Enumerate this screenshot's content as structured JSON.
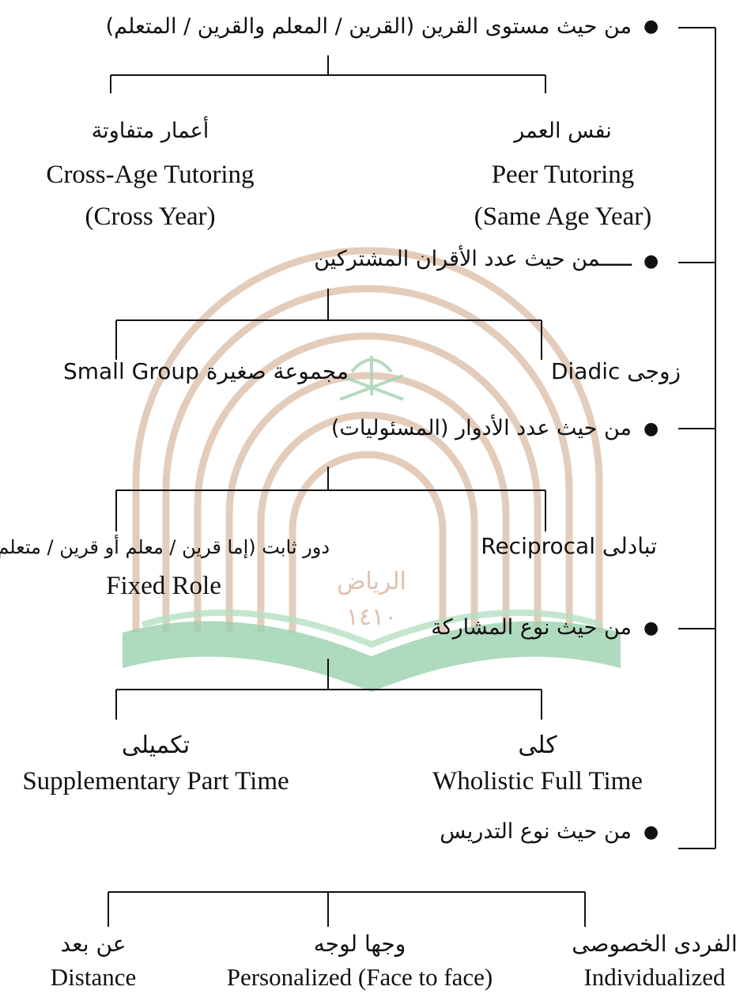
{
  "watermark": {
    "colors": {
      "arch": "#d8b39a",
      "book": "#8ecaa3",
      "emblem": "#9fcfae"
    },
    "text_riyadh": "الرياض",
    "text_year": "١٤١٠"
  },
  "sections": [
    {
      "heading": "من حيث مستوى القرين (القرين / المعلم والقرين / المتعلم)",
      "children": [
        {
          "ar": "نفس العمر",
          "en1": "Peer Tutoring",
          "en2": "(Same Age Year)"
        },
        {
          "ar": "أعمار متفاوتة",
          "en1": "Cross-Age Tutoring",
          "en2": "(Cross Year)"
        }
      ]
    },
    {
      "heading": "ـــــمن حيث عدد الأقران المشتركين",
      "children": [
        {
          "label": "زوجى Diadic"
        },
        {
          "label": "مجموعة صغيرة Small Group"
        }
      ]
    },
    {
      "heading": "من حيث عدد الأدوار (المسئوليات)",
      "children": [
        {
          "label": "تبادلى Reciprocal"
        },
        {
          "ar": "دور ثابت (إما قرين / معلم أو قرين / متعلم)",
          "en1": "Fixed Role"
        }
      ]
    },
    {
      "heading": "من حيث نوع المشاركة",
      "children": [
        {
          "ar": "كلى",
          "en1": "Wholistic Full Time"
        },
        {
          "ar": "تكميلى",
          "en1": "Supplementary Part Time"
        }
      ]
    },
    {
      "heading": "من حيث نوع التدريس",
      "children": [
        {
          "ar": "الفردى الخصوصى",
          "en1": "Individualized"
        },
        {
          "ar": "وجها لوجه",
          "en1": "Personalized (Face to face)"
        },
        {
          "ar": "عن بعد",
          "en1": "Distance"
        }
      ]
    }
  ]
}
